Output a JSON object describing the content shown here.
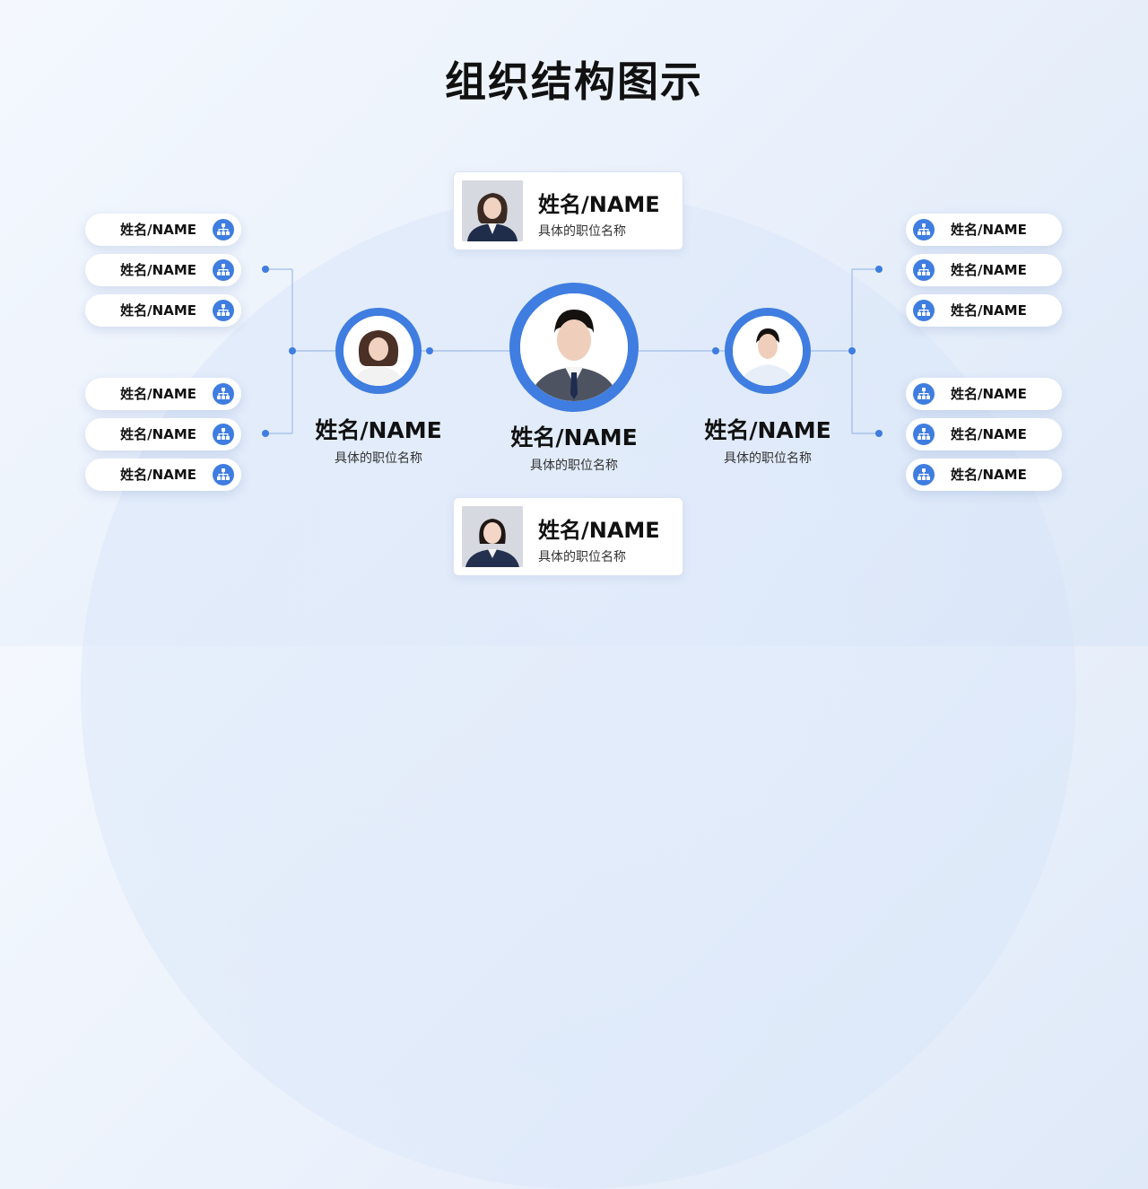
{
  "title": "组织结构图示",
  "colors": {
    "accent": "#3f7de0",
    "line": "#9fbcea",
    "dot": "#3f7de0"
  },
  "center": {
    "name": "姓名/NAME",
    "role": "具体的职位名称"
  },
  "top_card": {
    "name": "姓名/NAME",
    "role": "具体的职位名称"
  },
  "bottom_card": {
    "name": "姓名/NAME",
    "role": "具体的职位名称"
  },
  "left_node": {
    "name": "姓名/NAME",
    "role": "具体的职位名称"
  },
  "right_node": {
    "name": "姓名/NAME",
    "role": "具体的职位名称"
  },
  "left_pills": [
    {
      "label": "姓名/NAME",
      "icon": "org-chart-icon"
    },
    {
      "label": "姓名/NAME",
      "icon": "org-chart-icon"
    },
    {
      "label": "姓名/NAME",
      "icon": "org-chart-icon"
    },
    {
      "label": "姓名/NAME",
      "icon": "org-chart-icon"
    },
    {
      "label": "姓名/NAME",
      "icon": "org-chart-icon"
    },
    {
      "label": "姓名/NAME",
      "icon": "org-chart-icon"
    }
  ],
  "right_pills": [
    {
      "label": "姓名/NAME",
      "icon": "org-chart-icon"
    },
    {
      "label": "姓名/NAME",
      "icon": "org-chart-icon"
    },
    {
      "label": "姓名/NAME",
      "icon": "org-chart-icon"
    },
    {
      "label": "姓名/NAME",
      "icon": "org-chart-icon"
    },
    {
      "label": "姓名/NAME",
      "icon": "org-chart-icon"
    },
    {
      "label": "姓名/NAME",
      "icon": "org-chart-icon"
    }
  ]
}
